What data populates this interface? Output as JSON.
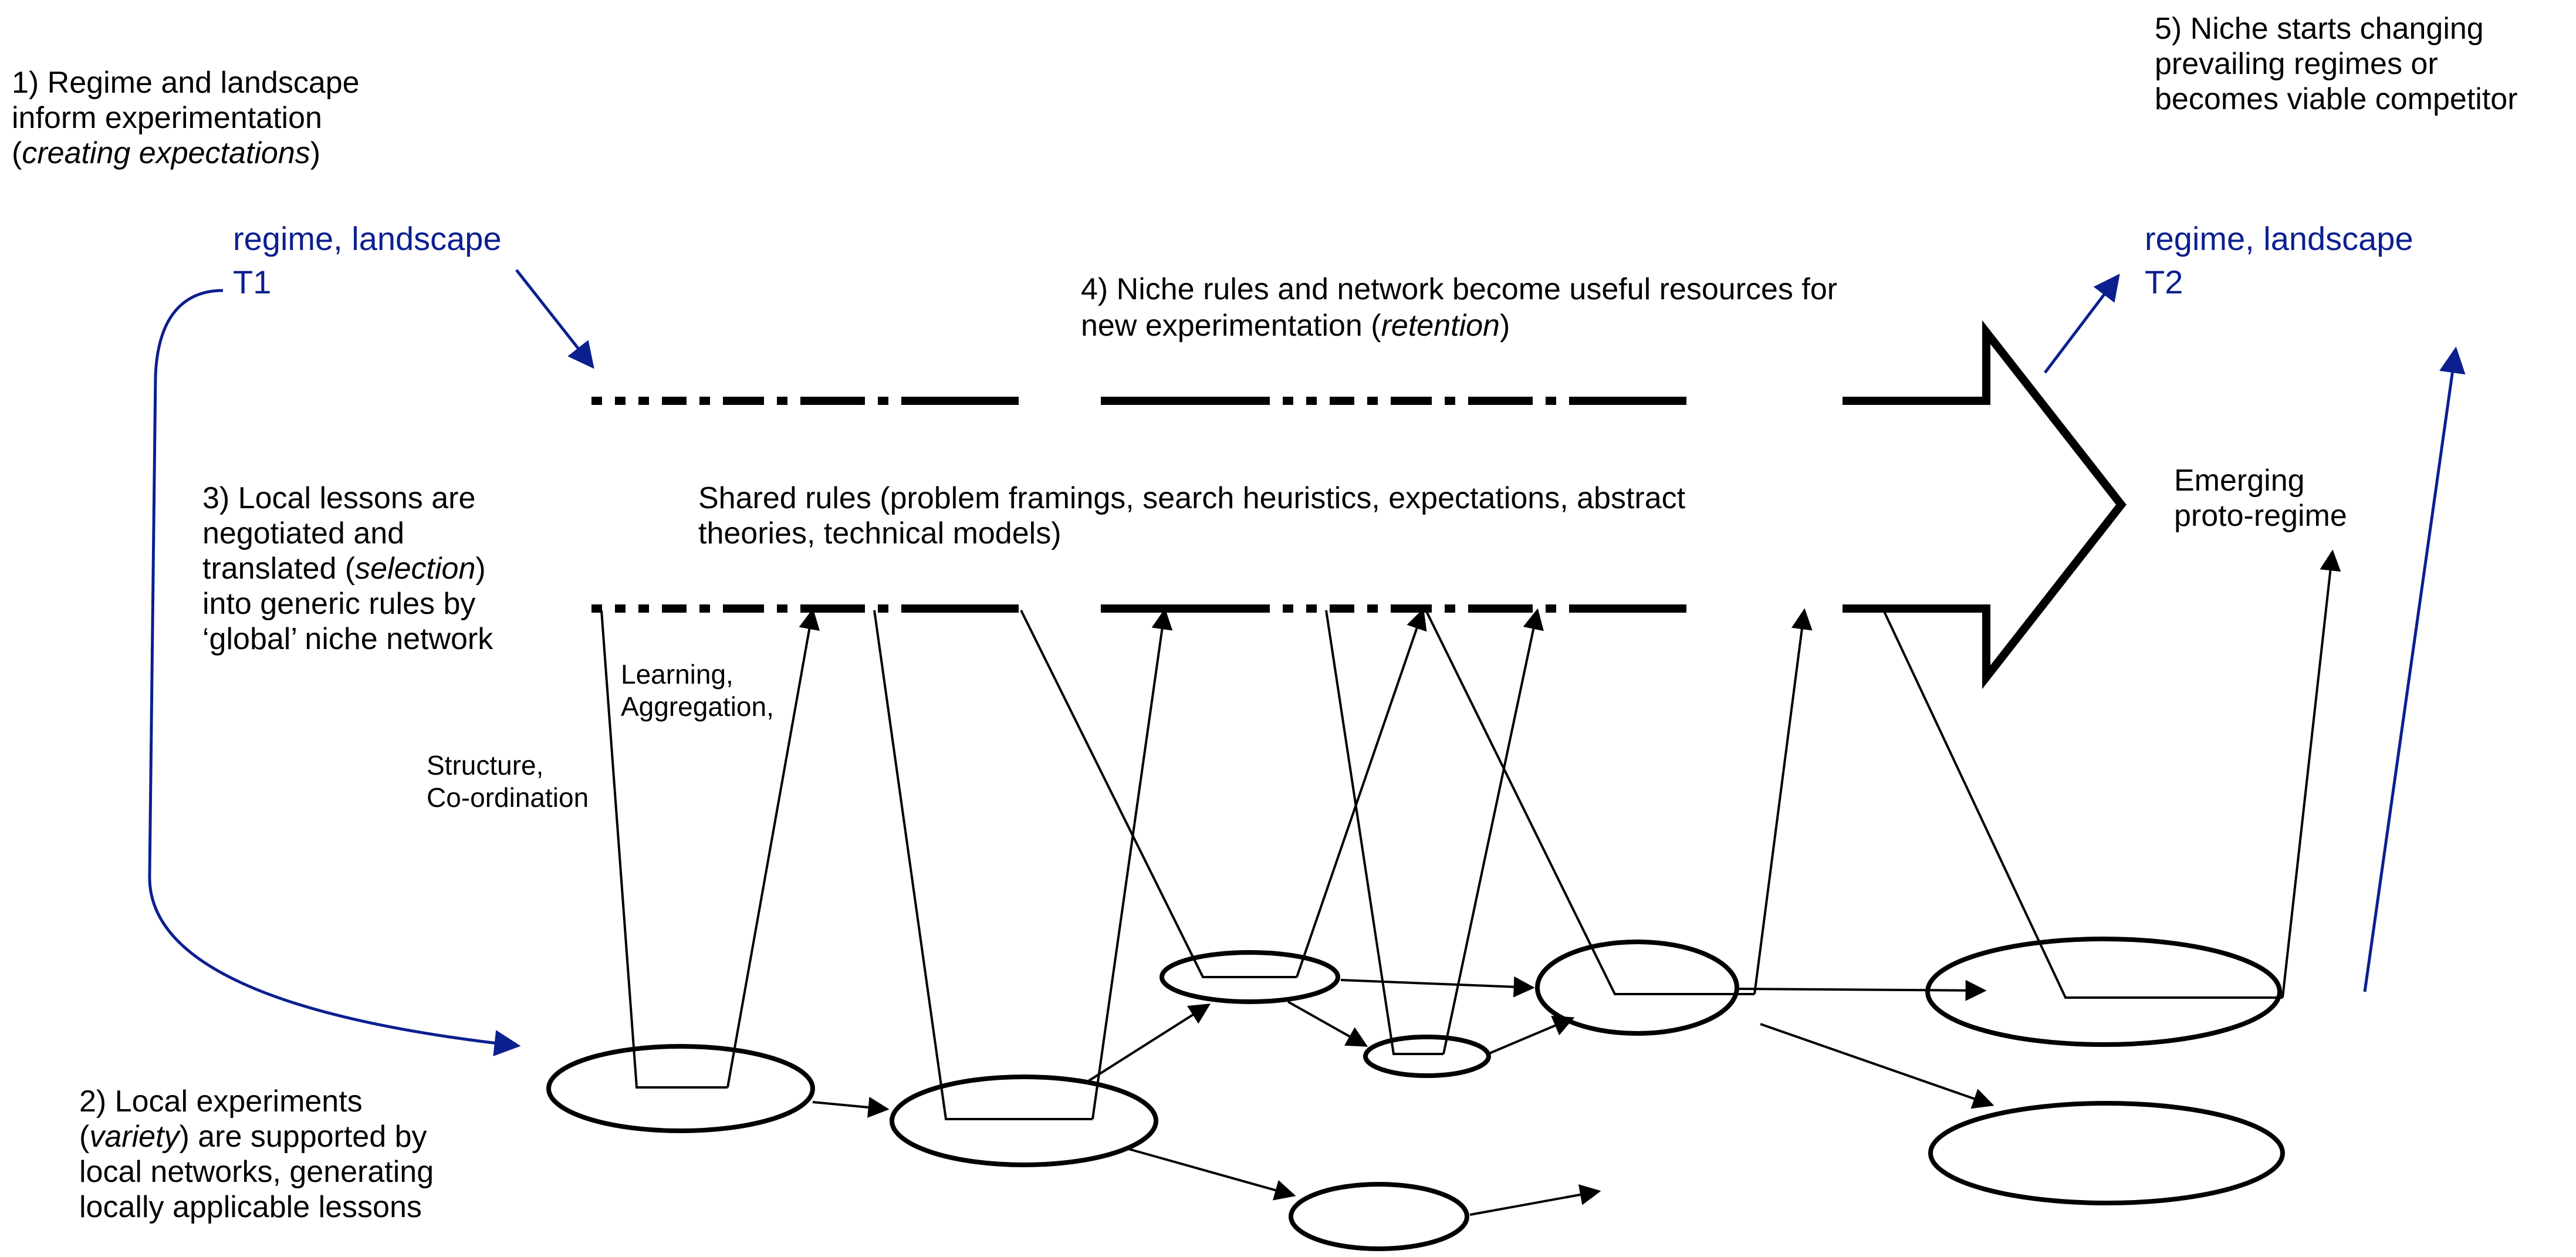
{
  "colors": {
    "ink": "#000000",
    "blue": "#0b1f8f",
    "background": "#ffffff"
  },
  "step1": {
    "line1": "1) Regime and landscape",
    "line2": "inform experimentation",
    "line3_open": "(",
    "line3_italic": "creating expectations",
    "line3_close": ")"
  },
  "regime_t1": {
    "line1": "regime, landscape",
    "line2": "T1"
  },
  "step4": {
    "line1": "4) Niche rules and network become useful resources for",
    "line2_pre": "new experimentation (",
    "line2_italic": "retention",
    "line2_post": ")"
  },
  "step5": {
    "line1": "5) Niche starts changing",
    "line2": "prevailing regimes or",
    "line3": "becomes viable competitor"
  },
  "regime_t2": {
    "line1": "regime, landscape",
    "line2": "T2"
  },
  "step3": {
    "line1": "3) Local lessons are",
    "line2": "negotiated and",
    "line3_pre": "translated (",
    "line3_italic": "selection",
    "line3_post": ")",
    "line4": "into generic rules by",
    "line5": "‘global’ niche network"
  },
  "shared_rules": {
    "line1": "Shared rules (problem framings, search heuristics, expectations, abstract",
    "line2": "theories, technical models)"
  },
  "proto_regime": {
    "line1": "Emerging",
    "line2": "proto-regime"
  },
  "learning": {
    "line1": "Learning,",
    "line2": "Aggregation,"
  },
  "structure": {
    "line1": "Structure,",
    "line2": "Co-ordination"
  },
  "step2": {
    "line1": "2) Local experiments",
    "line2_open": "(",
    "line2_italic": "variety",
    "line2_post": ") are supported by",
    "line3": "local networks, generating",
    "line4": "locally applicable lessons"
  }
}
